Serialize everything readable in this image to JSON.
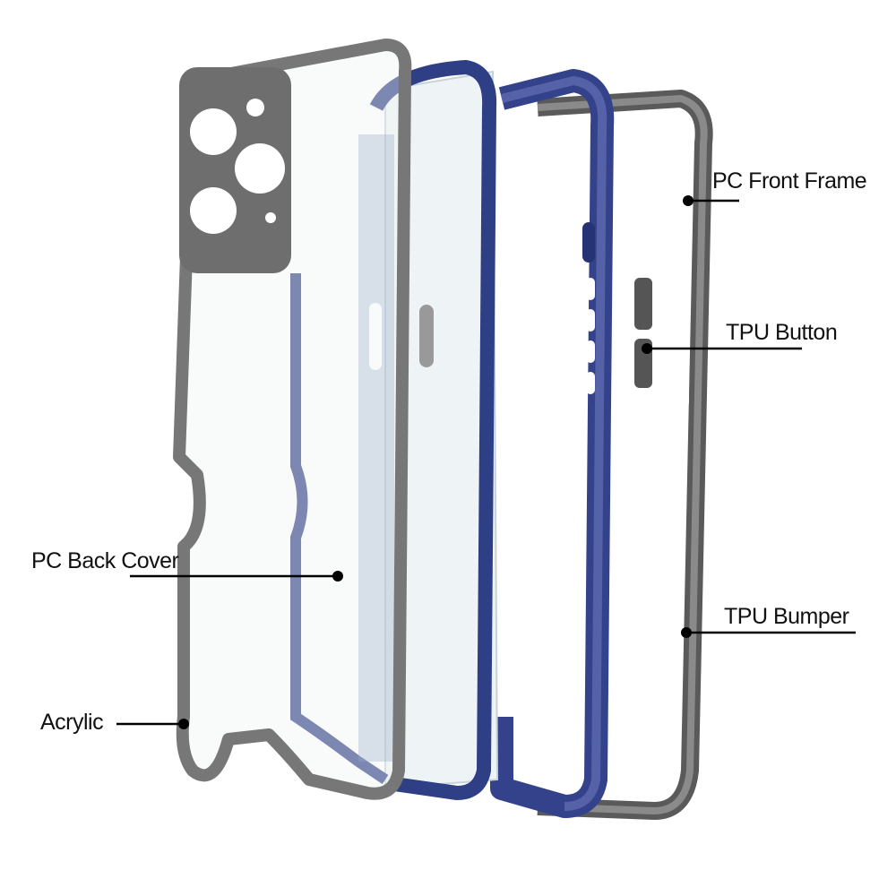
{
  "labels": {
    "pc_front_frame": "PC Front Frame",
    "tpu_button": "TPU Button",
    "pc_back_cover": "PC Back Cover",
    "tpu_bumper": "TPU Bumper",
    "acrylic": "Acrylic"
  },
  "colors": {
    "gray_frame": "#6e6e6e",
    "blue_frame": "#2f3f86",
    "dark_bumper": "#555555"
  }
}
